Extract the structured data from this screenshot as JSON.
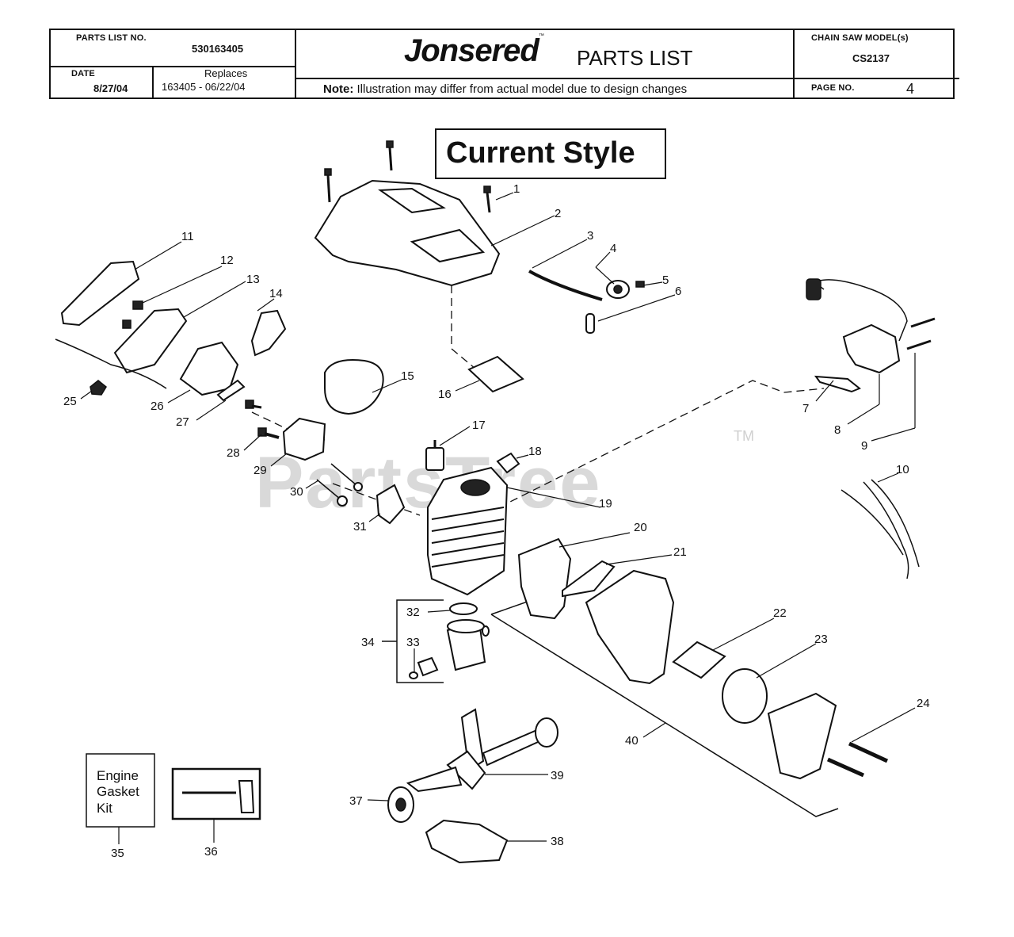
{
  "header": {
    "parts_list_no_label": "PARTS LIST NO.",
    "parts_list_no": "530163405",
    "date_label": "DATE",
    "date": "8/27/04",
    "replaces_label": "Replaces",
    "replaces": "163405 - 06/22/04",
    "brand": "Jonsered",
    "brand_tm": "™",
    "title": "PARTS LIST",
    "note_label": "Note:",
    "note_text": "Illustration may differ from actual model due to design changes",
    "model_label": "CHAIN SAW MODEL(s)",
    "model": "CS2137",
    "page_label": "PAGE   NO.",
    "page": "4"
  },
  "diagram": {
    "style_label": "Current Style",
    "watermark": "PartsTree",
    "watermark_tm": "TM",
    "kit_box_label": [
      "Engine",
      "Gasket",
      "Kit"
    ],
    "callouts": [
      "1",
      "2",
      "3",
      "4",
      "5",
      "6",
      "7",
      "8",
      "9",
      "10",
      "11",
      "12",
      "13",
      "14",
      "15",
      "16",
      "17",
      "18",
      "19",
      "20",
      "21",
      "22",
      "23",
      "24",
      "25",
      "26",
      "27",
      "28",
      "29",
      "30",
      "31",
      "32",
      "33",
      "34",
      "35",
      "36",
      "37",
      "38",
      "39",
      "40"
    ]
  },
  "colors": {
    "line": "#111111",
    "watermark": "#d9d9d9",
    "background": "#ffffff"
  }
}
